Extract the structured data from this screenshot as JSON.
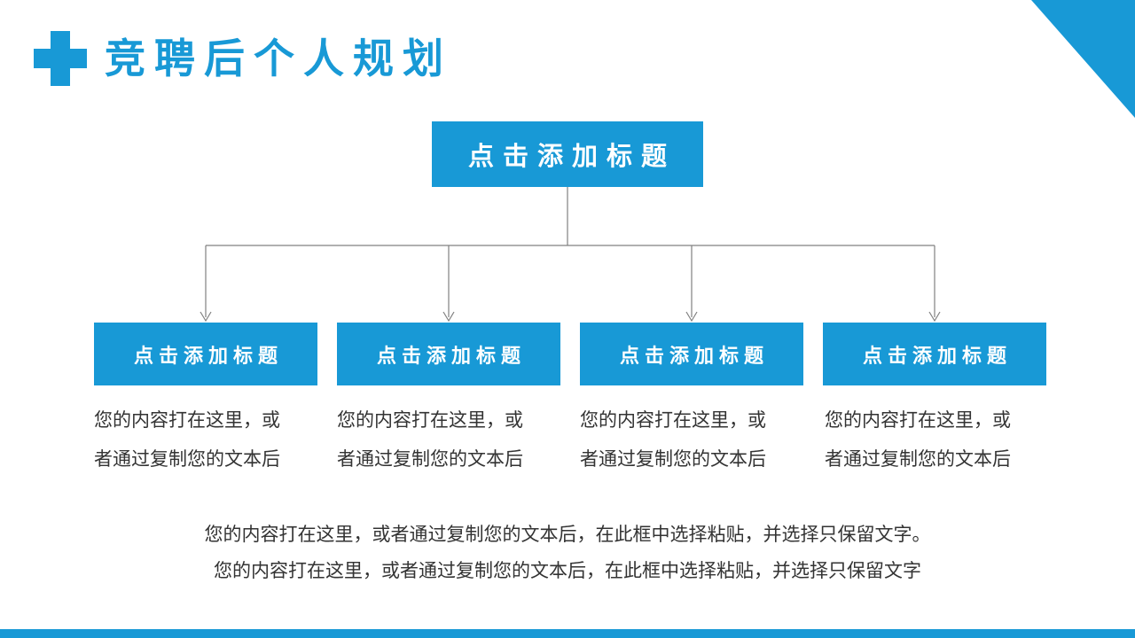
{
  "slide": {
    "title": "竞聘后个人规划",
    "root_box": {
      "label": "点击添加标题"
    },
    "columns": [
      {
        "title": "点击添加标题",
        "body_line1": "您的内容打在这里，或",
        "body_line2": "者通过复制您的文本后"
      },
      {
        "title": "点击添加标题",
        "body_line1": "您的内容打在这里，或",
        "body_line2": "者通过复制您的文本后"
      },
      {
        "title": "点击添加标题",
        "body_line1": "您的内容打在这里，或",
        "body_line2": "者通过复制您的文本后"
      },
      {
        "title": "点击添加标题",
        "body_line1": "您的内容打在这里，或",
        "body_line2": "者通过复制您的文本后"
      }
    ],
    "footer": {
      "line1": "您的内容打在这里，或者通过复制您的文本后，在此框中选择粘贴，并选择只保留文字。",
      "line2": "您的内容打在这里，或者通过复制您的文本后，在此框中选择粘贴，并选择只保留文字"
    },
    "colors": {
      "accent": "#1899D6",
      "connector": "#808080",
      "body_text": "#333333",
      "box_text": "#FFFFFF"
    }
  }
}
